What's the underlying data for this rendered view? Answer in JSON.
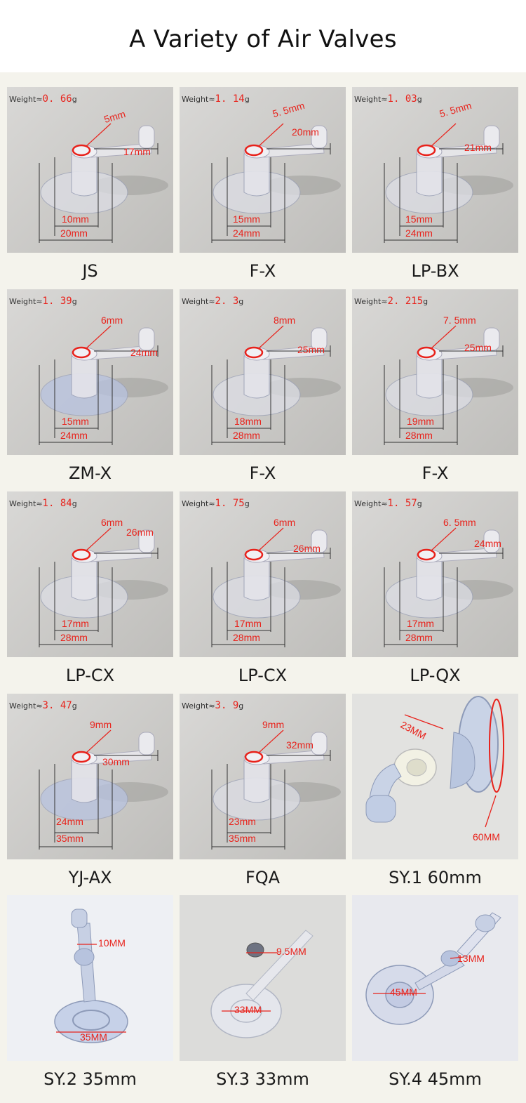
{
  "title": "A Variety of Air Valves",
  "colors": {
    "accent": "#e8221b",
    "caption_bg": "#f4f3ec",
    "photo_bg": "#cfcfcd"
  },
  "valves": [
    {
      "name": "JS",
      "weight_prefix": "Weight≈",
      "weight_value": "0. 66",
      "weight_unit": "g",
      "hole": "5mm",
      "stem": "17mm",
      "inner": "10mm",
      "outer": "20mm"
    },
    {
      "name": "F-X",
      "weight_prefix": "Weight≈",
      "weight_value": "1. 14",
      "weight_unit": "g",
      "hole": "5. 5mm",
      "stem": "20mm",
      "inner": "15mm",
      "outer": "24mm"
    },
    {
      "name": "LP-BX",
      "weight_prefix": "Weight≈",
      "weight_value": "1. 03",
      "weight_unit": "g",
      "hole": "5. 5mm",
      "stem": "21mm",
      "inner": "15mm",
      "outer": "24mm"
    },
    {
      "name": "ZM-X",
      "weight_prefix": "Weight≈",
      "weight_value": "1. 39",
      "weight_unit": "g",
      "hole": "6mm",
      "stem": "24mm",
      "inner": "15mm",
      "outer": "24mm"
    },
    {
      "name": "F-X",
      "weight_prefix": "Weight≈",
      "weight_value": "2. 3",
      "weight_unit": "g",
      "hole": "8mm",
      "stem": "25mm",
      "inner": "18mm",
      "outer": "28mm"
    },
    {
      "name": "F-X",
      "weight_prefix": "Weight≈",
      "weight_value": "2. 215",
      "weight_unit": "g",
      "hole": "7. 5mm",
      "stem": "25mm",
      "inner": "19mm",
      "outer": "28mm"
    },
    {
      "name": "LP-CX",
      "weight_prefix": "Weight≈",
      "weight_value": "1. 84",
      "weight_unit": "g",
      "hole": "6mm",
      "stem": "26mm",
      "inner": "17mm",
      "outer": "28mm"
    },
    {
      "name": "LP-CX",
      "weight_prefix": "Weight≈",
      "weight_value": "1. 75",
      "weight_unit": "g",
      "hole": "6mm",
      "stem": "26mm",
      "inner": "17mm",
      "outer": "28mm"
    },
    {
      "name": "LP-QX",
      "weight_prefix": "Weight≈",
      "weight_value": "1. 57",
      "weight_unit": "g",
      "hole": "6. 5mm",
      "stem": "24mm",
      "inner": "17mm",
      "outer": "28mm"
    },
    {
      "name": "YJ-AX",
      "weight_prefix": "Weight≈",
      "weight_value": "3. 47",
      "weight_unit": "g",
      "hole": "9mm",
      "stem": "30mm",
      "inner": "24mm",
      "outer": "35mm"
    },
    {
      "name": "FQA",
      "weight_prefix": "Weight≈",
      "weight_value": "3. 9",
      "weight_unit": "g",
      "hole": "9mm",
      "stem": "32mm",
      "inner": "23mm",
      "outer": "35mm"
    },
    {
      "name": "SY.1 60mm",
      "labels": [
        "23MM",
        "60MM"
      ]
    },
    {
      "name": "SY.2 35mm",
      "labels": [
        "10MM",
        "35MM"
      ]
    },
    {
      "name": "SY.3 33mm",
      "labels": [
        "9.5MM",
        "33MM"
      ]
    },
    {
      "name": "SY.4 45mm",
      "labels": [
        "13MM",
        "45MM"
      ]
    }
  ]
}
